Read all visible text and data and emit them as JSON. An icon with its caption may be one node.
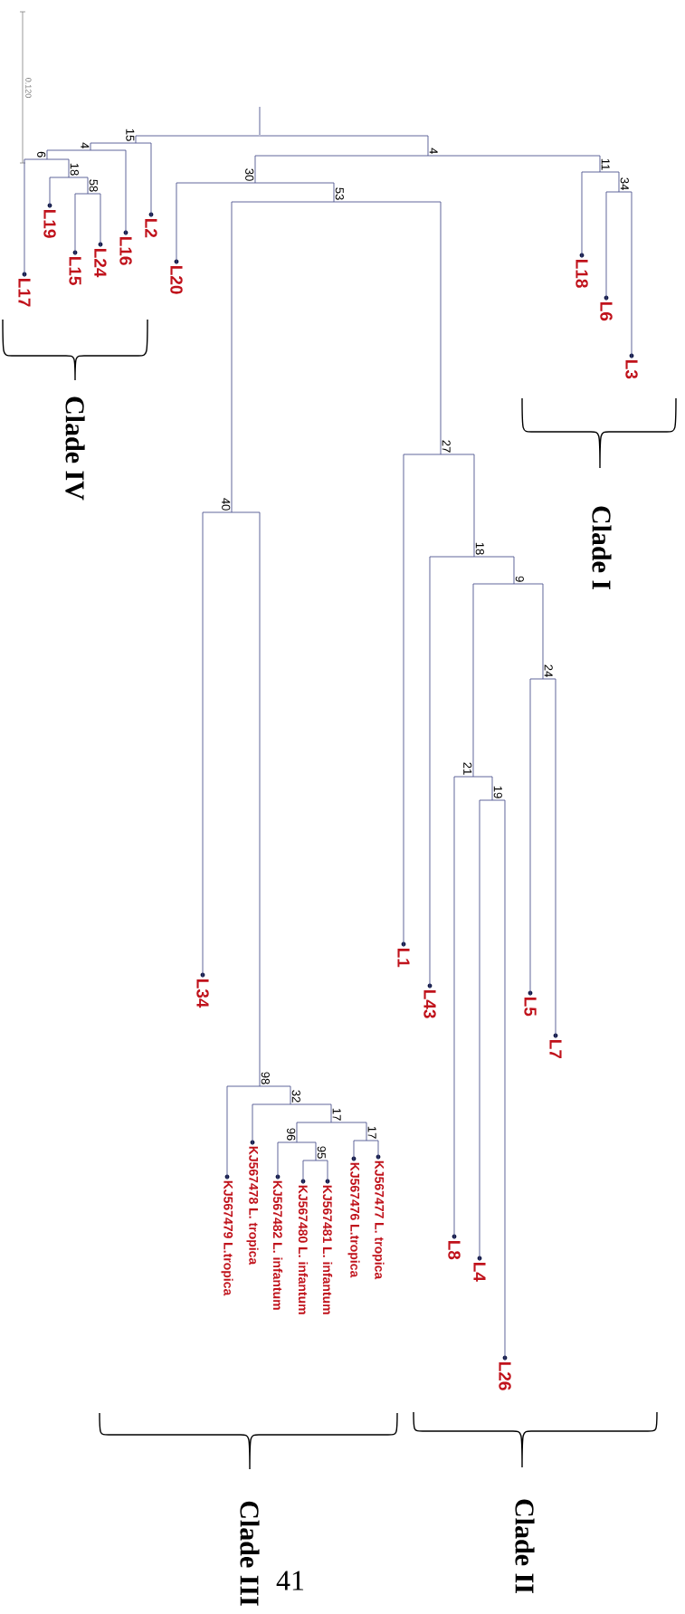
{
  "diagram": {
    "nodes": [
      {
        "text": [],
        "shape": "point"
      },
      {
        "text": [
          "15"
        ]
      },
      {
        "text": [
          "4"
        ]
      },
      {
        "text": [
          "6"
        ]
      },
      {
        "text": [
          "L17"
        ]
      },
      {
        "text": [
          "18"
        ]
      },
      {
        "text": [
          "L19"
        ]
      },
      {
        "text": [
          "58"
        ]
      },
      {
        "text": [
          "L15"
        ]
      },
      {
        "text": [
          "L24"
        ]
      },
      {
        "text": [
          "L16"
        ]
      },
      {
        "text": [
          "L2"
        ]
      },
      {
        "text": [
          "4"
        ]
      },
      {
        "text": [
          "30"
        ]
      },
      {
        "text": [
          "L20"
        ]
      },
      {
        "text": [
          "53"
        ]
      },
      {
        "text": [
          "40"
        ]
      },
      {
        "text": [
          "L34"
        ]
      },
      {
        "text": [
          "98"
        ]
      },
      {
        "text": [
          "KJ567479 L.tropica"
        ]
      },
      {
        "text": [
          "32"
        ]
      },
      {
        "text": [
          "KJ567478 L. tropica"
        ]
      },
      {
        "text": [
          "17"
        ]
      },
      {
        "text": [
          "96"
        ]
      },
      {
        "text": [
          "KJ567482 L. infantum"
        ]
      },
      {
        "text": [
          "95"
        ]
      },
      {
        "text": [
          "KJ567480 L. infantum"
        ]
      },
      {
        "text": [
          "KJ567481 L. infantum"
        ]
      },
      {
        "text": [
          "17"
        ]
      },
      {
        "text": [
          "KJ567476 L.tropica"
        ]
      },
      {
        "text": [
          "KJ567477 L. tropica"
        ]
      },
      {
        "text": [
          "27"
        ]
      },
      {
        "text": [
          "L1"
        ]
      },
      {
        "text": [
          "18"
        ]
      },
      {
        "text": [
          "L43"
        ]
      },
      {
        "text": [
          "9"
        ]
      },
      {
        "text": [
          "21"
        ]
      },
      {
        "text": [
          "L8"
        ]
      },
      {
        "text": [
          "19"
        ]
      },
      {
        "text": [
          "L4"
        ]
      },
      {
        "text": [
          "L26"
        ]
      },
      {
        "text": [
          "24"
        ]
      },
      {
        "text": [
          "L5"
        ]
      },
      {
        "text": [
          "L7"
        ]
      },
      {
        "text": [
          "11"
        ]
      },
      {
        "text": [
          "L18"
        ]
      },
      {
        "text": [
          "34"
        ]
      },
      {
        "text": [
          "L6"
        ]
      },
      {
        "text": [
          "L3"
        ]
      }
    ],
    "edges": [
      {
        "from": 0,
        "to": 1,
        "arrow": "none"
      },
      {
        "from": 0,
        "to": 12,
        "arrow": "none"
      },
      {
        "from": 1,
        "to": 2,
        "arrow": "none"
      },
      {
        "from": 1,
        "to": 11,
        "arrow": "none"
      },
      {
        "from": 2,
        "to": 3,
        "arrow": "none"
      },
      {
        "from": 2,
        "to": 10,
        "arrow": "none"
      },
      {
        "from": 3,
        "to": 4,
        "arrow": "none"
      },
      {
        "from": 3,
        "to": 5,
        "arrow": "none"
      },
      {
        "from": 5,
        "to": 6,
        "arrow": "none"
      },
      {
        "from": 5,
        "to": 7,
        "arrow": "none"
      },
      {
        "from": 7,
        "to": 8,
        "arrow": "none"
      },
      {
        "from": 7,
        "to": 9,
        "arrow": "none"
      },
      {
        "from": 12,
        "to": 13,
        "arrow": "none"
      },
      {
        "from": 12,
        "to": 44,
        "arrow": "none"
      },
      {
        "from": 13,
        "to": 14,
        "arrow": "none"
      },
      {
        "from": 13,
        "to": 15,
        "arrow": "none"
      },
      {
        "from": 15,
        "to": 16,
        "arrow": "none"
      },
      {
        "from": 15,
        "to": 31,
        "arrow": "none"
      },
      {
        "from": 16,
        "to": 17,
        "arrow": "none"
      },
      {
        "from": 16,
        "to": 18,
        "arrow": "none"
      },
      {
        "from": 18,
        "to": 19,
        "arrow": "none"
      },
      {
        "from": 18,
        "to": 20,
        "arrow": "none"
      },
      {
        "from": 20,
        "to": 21,
        "arrow": "none"
      },
      {
        "from": 20,
        "to": 22,
        "arrow": "none"
      },
      {
        "from": 22,
        "to": 23,
        "arrow": "none"
      },
      {
        "from": 22,
        "to": 28,
        "arrow": "none"
      },
      {
        "from": 23,
        "to": 24,
        "arrow": "none"
      },
      {
        "from": 23,
        "to": 25,
        "arrow": "none"
      },
      {
        "from": 25,
        "to": 26,
        "arrow": "none"
      },
      {
        "from": 25,
        "to": 27,
        "arrow": "none"
      },
      {
        "from": 28,
        "to": 29,
        "arrow": "none"
      },
      {
        "from": 28,
        "to": 30,
        "arrow": "none"
      },
      {
        "from": 31,
        "to": 32,
        "arrow": "none"
      },
      {
        "from": 31,
        "to": 33,
        "arrow": "none"
      },
      {
        "from": 33,
        "to": 34,
        "arrow": "none"
      },
      {
        "from": 33,
        "to": 35,
        "arrow": "none"
      },
      {
        "from": 35,
        "to": 36,
        "arrow": "none"
      },
      {
        "from": 35,
        "to": 41,
        "arrow": "none"
      },
      {
        "from": 36,
        "to": 37,
        "arrow": "none"
      },
      {
        "from": 36,
        "to": 38,
        "arrow": "none"
      },
      {
        "from": 38,
        "to": 39,
        "arrow": "none"
      },
      {
        "from": 38,
        "to": 40,
        "arrow": "none"
      },
      {
        "from": 41,
        "to": 42,
        "arrow": "none"
      },
      {
        "from": 41,
        "to": 43,
        "arrow": "none"
      },
      {
        "from": 44,
        "to": 45,
        "arrow": "none"
      },
      {
        "from": 44,
        "to": 46,
        "arrow": "none"
      },
      {
        "from": 46,
        "to": 47,
        "arrow": "none"
      },
      {
        "from": 46,
        "to": 48,
        "arrow": "none"
      }
    ],
    "labels": [
      "0.120",
      "Clade IV",
      "Clade I",
      "Clade III",
      "Clade II",
      "41"
    ]
  }
}
